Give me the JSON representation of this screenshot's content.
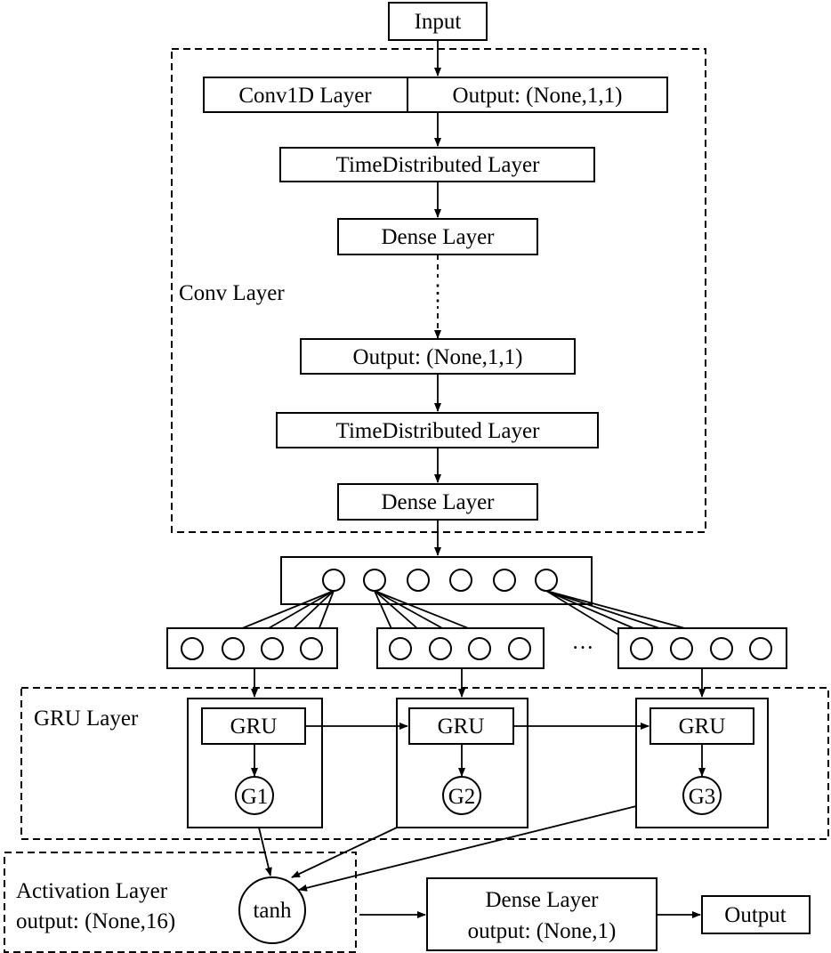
{
  "input_label": "Input",
  "conv_group_label": "Conv Layer",
  "conv1d_label": "Conv1D Layer",
  "conv1d_output": "Output: (None,1,1)",
  "time_distributed_1": "TimeDistributed Layer",
  "dense_1": "Dense Layer",
  "vertical_ellipsis": "⋮",
  "mid_output": "Output: (None,1,1)",
  "time_distributed_2": "TimeDistributed Layer",
  "dense_2": "Dense Layer",
  "horizontal_ellipsis": "···",
  "gru_group_label": "GRU Layer",
  "gru_cells": [
    {
      "label": "GRU",
      "node": "G1"
    },
    {
      "label": "GRU",
      "node": "G2"
    },
    {
      "label": "GRU",
      "node": "G3"
    }
  ],
  "activation_label": "Activation Layer",
  "activation_output": "output: (None,16)",
  "tanh_label": "tanh",
  "final_dense_label": "Dense Layer",
  "final_dense_output": "output: (None,1)",
  "output_label": "Output"
}
